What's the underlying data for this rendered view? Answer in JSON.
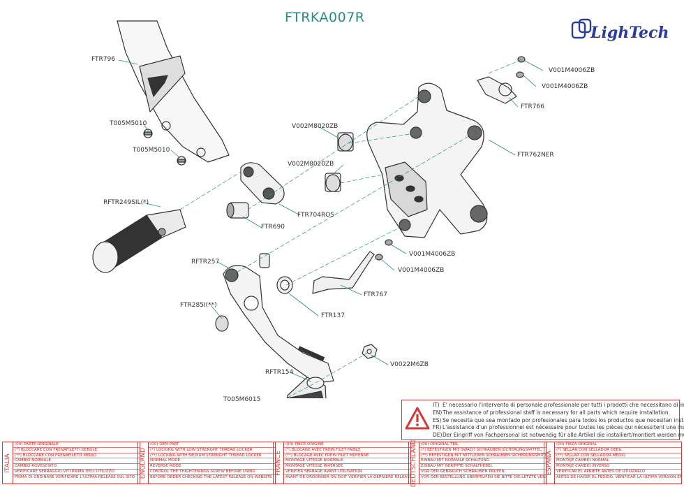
{
  "title": "FTRKA007R",
  "logo": {
    "text": "LighTech",
    "icon": "lightech-logo"
  },
  "colors": {
    "accent": "#2a8a88",
    "brand": "#2b3a9e",
    "warning": "#d23a3a"
  },
  "labels": {
    "FTR796": "FTR796",
    "T005M5010_a": "T005M5010",
    "T005M5010_b": "T005M5010",
    "RFTR249SIL": "RFTR249SIL(*)",
    "FTR690": "FTR690",
    "FTR704ROS": "FTR704ROS",
    "V002M8020ZB_a": "V002M8020ZB",
    "V002M8020ZB_b": "V002M8020ZB",
    "V001M4006ZB_a": "V001M4006ZB",
    "V001M4006ZB_b": "V001M4006ZB",
    "FTR766": "FTR766",
    "FTR762NER": "FTR762NER",
    "V001M4006ZB_c": "V001M4006ZB",
    "V001M4006ZB_d": "V001M4006ZB",
    "FTR767": "FTR767",
    "FTR137": "FTR137",
    "RFTR257": "RFTR257",
    "FTR285I": "FTR285I(**)",
    "RFTR154": "RFTR154",
    "V0022M6ZB": "V0022M6ZB",
    "T005M6015": "T005M6015"
  },
  "warning": {
    "icon": "warning-triangle-icon",
    "lines": [
      {
        "k": "IT)",
        "t": "E' necessario l'intervento di personale professionale per tutti i prodotti che necessitano di installazione."
      },
      {
        "k": "EN)",
        "t": "The assistance of professional staff is necessary for all parts which require installation."
      },
      {
        "k": "ES)",
        "t": "Se necesita que sea montado por profesionales para todos los productos que necesitan instalación."
      },
      {
        "k": "FR)",
        "t": "L'assistance d'un professionnel est nécessaire pour toutes les pièces qui nécessitent une installation."
      },
      {
        "k": "DE)",
        "t": "Der Eingriff von Fachpersonal ist notwendig  für alle Artikel die installiert/montiert werden müssen."
      }
    ]
  },
  "languages": [
    {
      "name": "ITALIA",
      "rows": [
        "(00) PARTE ORIGINALE",
        "(*)   BLOCCARE CON FRENAFILETTI DEBOLE",
        "(**)  BLOCCARE CON FRENAFILETTI MEDIO",
        "CAMBIO NORMALE",
        "CAMBIO ROVESCIATO",
        "VERIFICARE SERRAGGIO VITI PRIMA DELL'UTILIZZO",
        "PRIMA DI ORDINARE VERIFICARE L'ULTIMA RELEASE SUL SITO"
      ]
    },
    {
      "name": "ENGLAND",
      "rows": [
        "(00) OEM PART",
        "(*)   LOCKING WITH LOW STRENGHT THREAD LOCKER",
        "(**)  LOCKING WITH MEDIUM STRENGHT THREAD LOCKER",
        "NORMAL MODE",
        "REVERSE MODE",
        "CONTROL THE THIGHTENINGS SCREW BEFORE USING",
        "BEFORE ORDER CHECKING THE LATEST RELEASE ON WEBSITE"
      ]
    },
    {
      "name": "FRANCE",
      "rows": [
        "(00) PIECE ORIGINE",
        "(*)   BLOCAGE AVEC FREIN FILET FAIBLE",
        "(**)  BLOCAGE AVEC FREIN FILET MOYENNE",
        "MONTAGE VITESSE NORMALE",
        "MONTAGE VITESSE INVERSEE",
        "VERIFIER SERRAGE AVANT UTILISATION",
        "AVANT DE ORDONNER ON DOIT VERIFIER LA DERNIERE RELEASE SUR LE SITE INTERNET"
      ]
    },
    {
      "name": "DEUTSCHLAND",
      "rows": [
        "(00) ORIGINAL TEIL",
        "(*)   BEFESTIGEN MIT SWACH SCHRAUBEN SICHERUNGSMITTEL",
        "(**)  BEFESTIGEN MIT MITTLEREN SCHRAUBEN SICHERUNGSMITTEL",
        "EINBAU MIT NORMALE SCHALTUNG",
        "EINBAU MIT GEKIPPTE SCHALTHEBEL",
        "VOR DEN GEBRAUCH SCHRAUBEN PRUFEN",
        "VOR DER BESTELLUNG ÜBERPRÜFEN SIE BITTE DIE LETZTE VERSION DIESER ARTIKEL AUF DER INTERNET SEITE VON LIGHTECH"
      ]
    },
    {
      "name": "ESPAÑA",
      "rows": [
        "(00) PIEZA ORIGINAL",
        "(*)   SELLAR CON SELLADOR DEBIL",
        "(**)  SELLAR CON SELLADOR MEDIO",
        "MONTAJE  CAMBIO NORMAL",
        "MONTAJE  CAMBIO INVERSO",
        "VERIFICAR EL APRIETE ANTES DE UTILIZARLO",
        "ANTES DE HACER EL PEDIDO, VERIFICAR LA ULTIMA VERSION EN LA WEB LIGHTECH"
      ]
    }
  ]
}
